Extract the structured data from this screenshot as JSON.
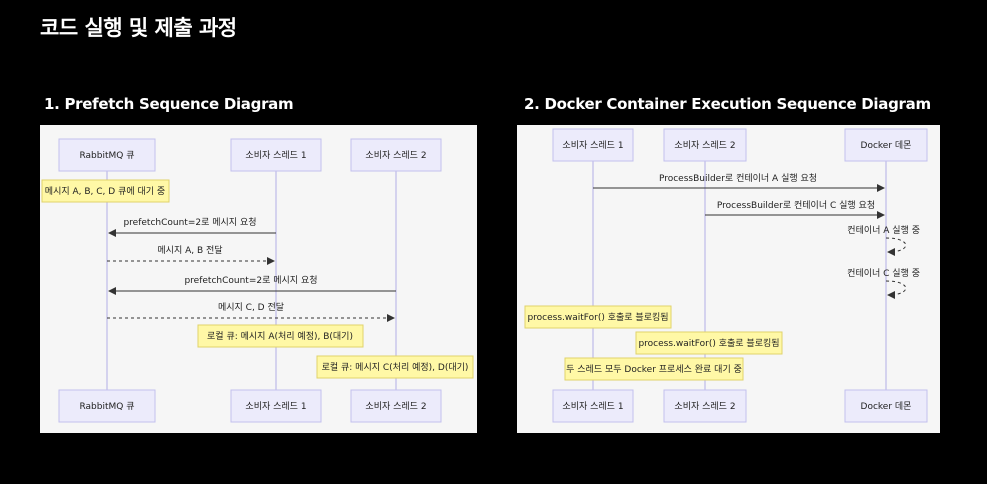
{
  "page": {
    "title": "코드 실행 및 제출 과정"
  },
  "left": {
    "heading": "1. Prefetch Sequence Diagram",
    "participants": [
      "RabbitMQ 큐",
      "소비자 스레드 1",
      "소비자 스레드 2"
    ],
    "notes": [
      "메시지 A, B, C, D 큐에 대기 중",
      "로컬 큐: 메시지 A(처리 예정), B(대기)",
      "로컬 큐: 메시지 C(처리 예정), D(대기)"
    ],
    "messages": [
      "prefetchCount=2로 메시지 요청",
      "메시지 A, B 전달",
      "prefetchCount=2로 메시지 요청",
      "메시지 C, D 전달"
    ]
  },
  "right": {
    "heading": "2. Docker Container Execution Sequence Diagram",
    "participants": [
      "소비자 스레드 1",
      "소비자 스레드 2",
      "Docker 데몬"
    ],
    "messages": [
      "ProcessBuilder로 컨테이너 A 실행 요청",
      "ProcessBuilder로 컨테이너 C 실행 요청",
      "컨테이너 A 실행 중",
      "컨테이너 C 실행 중"
    ],
    "notes": [
      "process.waitFor() 호출로 블로킹됨",
      "process.waitFor() 호출로 블로킹됨",
      "두 스레드 모두 Docker 프로세스 완료 대기 중"
    ]
  }
}
